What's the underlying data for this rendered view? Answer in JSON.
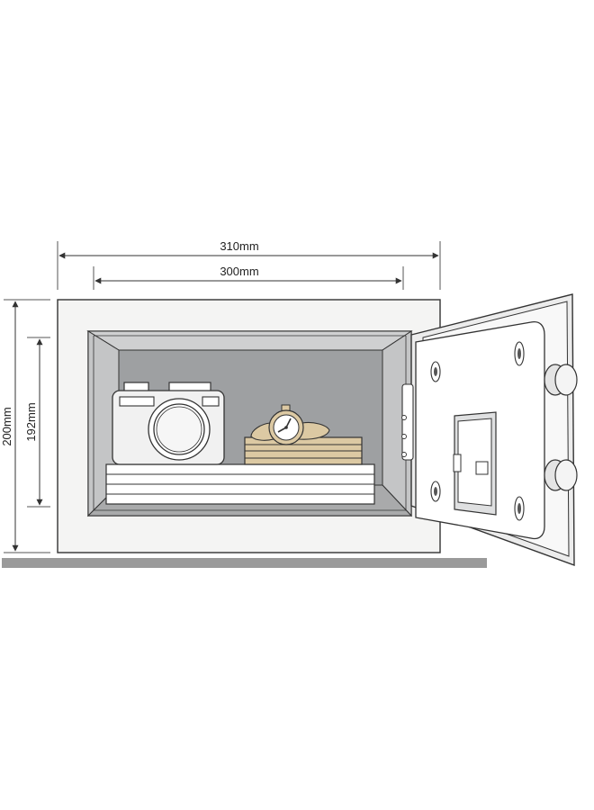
{
  "dimensions": {
    "outer_width": "310mm",
    "inner_width": "300mm",
    "outer_height": "200mm",
    "inner_height": "192mm"
  },
  "icons": {
    "safe_body": "safe-body-icon",
    "door": "safe-door-icon",
    "camera": "camera-icon",
    "watch": "wristwatch-icon",
    "papers": "paper-stack-icon",
    "keypad": "keypad-lock-icon"
  },
  "colors": {
    "outline": "#333333",
    "body_fill": "#f4f4f3",
    "interior": "#b8b9ba",
    "interior_back": "#9ea0a2",
    "floor": "#9a9a9a",
    "gold": "#dcc9a3"
  }
}
